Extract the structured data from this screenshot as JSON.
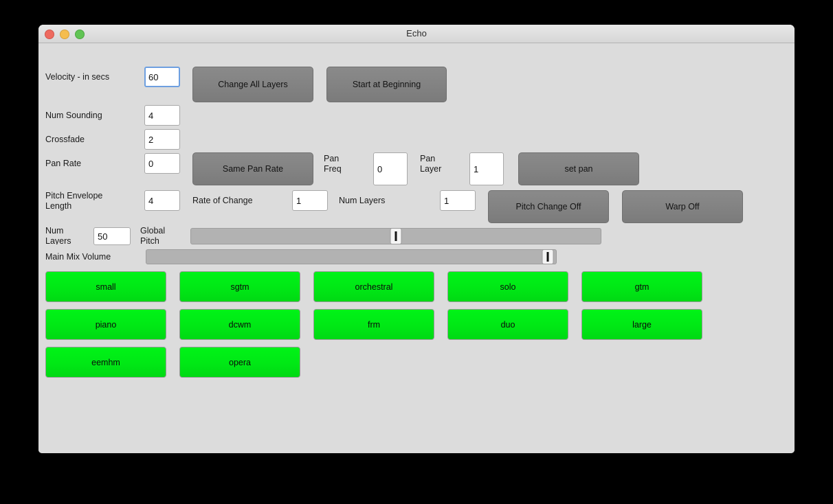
{
  "window": {
    "title": "Echo",
    "traffic_lights": [
      "close-button",
      "minimize-button",
      "zoom-button"
    ]
  },
  "fields": {
    "velocity": {
      "label": "Velocity - in secs",
      "value": "60",
      "placeholder": ""
    },
    "num_sounding": {
      "label": "Num Sounding",
      "value": "4",
      "placeholder": ""
    },
    "crossfade": {
      "label": "Crossfade",
      "value": "2",
      "placeholder": ""
    },
    "pan_rate": {
      "label": "Pan Rate",
      "value": "0",
      "placeholder": ""
    },
    "pan_freq": {
      "label": "Pan\nFreq",
      "value": "0",
      "placeholder": ""
    },
    "pan_layer": {
      "label": "Pan\nLayer",
      "value": "1",
      "placeholder": ""
    },
    "pitch_envelope_length": {
      "label": "Pitch Envelope\nLength",
      "value": "4",
      "placeholder": ""
    },
    "rate_of_change": {
      "label": "Rate of Change",
      "value": "1",
      "placeholder": ""
    },
    "num_layers_top": {
      "label": "Num Layers",
      "value": "1",
      "placeholder": ""
    },
    "num_layers_bottom": {
      "label": "Num\nLayers",
      "value": "50",
      "placeholder": ""
    }
  },
  "buttons": {
    "change_all_layers": "Change All Layers",
    "start_at_beginning": "Start at Beginning",
    "same_pan_rate": "Same Pan Rate",
    "set_pan": "set pan",
    "pitch_change_off": "Pitch Change Off",
    "warp_off": "Warp Off"
  },
  "sliders": [
    {
      "label": "Global\nPitch",
      "name": "global-pitch-slider",
      "value_percent": 50
    },
    {
      "label": "Main Mix Volume",
      "name": "main-mix-volume-slider",
      "value_percent": 98
    }
  ],
  "presets": {
    "rows": [
      [
        "small",
        "sgtm",
        "orchestral",
        "solo",
        "gtm"
      ],
      [
        "piano",
        "dcwm",
        "frm",
        "duo",
        "large"
      ],
      [
        "eemhm",
        "opera"
      ]
    ]
  },
  "colors": {
    "window_background": "#dcdcdc",
    "grey_button": "#838383",
    "preset_green": "#00e815",
    "focus_blue": "#6d9fe0",
    "slider_track": "#b2b2b2"
  }
}
